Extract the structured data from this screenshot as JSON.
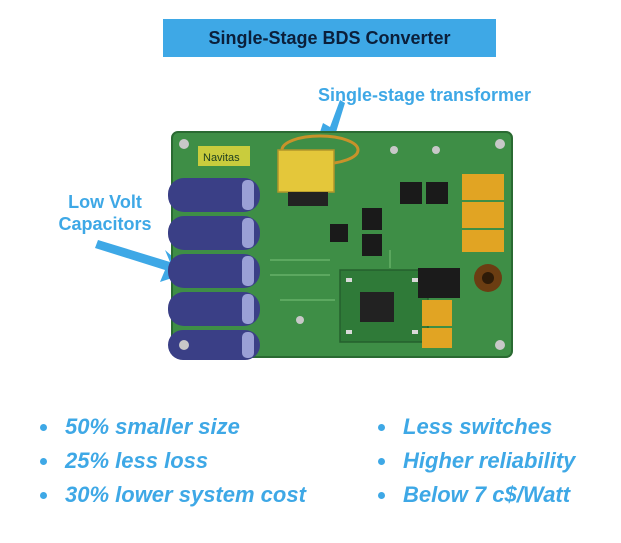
{
  "title": "Single-Stage BDS Converter",
  "callouts": {
    "transformer": "Single-stage transformer",
    "low_volt_line1": "Low Volt",
    "low_volt_line2": "Capacitors"
  },
  "board": {
    "brand_label": "Navitas"
  },
  "bullets": {
    "left": [
      "50% smaller size",
      "25% less loss",
      "30% lower system cost"
    ],
    "right": [
      "Less switches",
      "Higher reliability",
      "Below 7 c$/Watt"
    ]
  },
  "colors": {
    "accent": "#3ea8e6",
    "title_text": "#0b1f3a",
    "pcb_green": "#3e8e46",
    "capacitor_blue": "#3a3f86"
  }
}
